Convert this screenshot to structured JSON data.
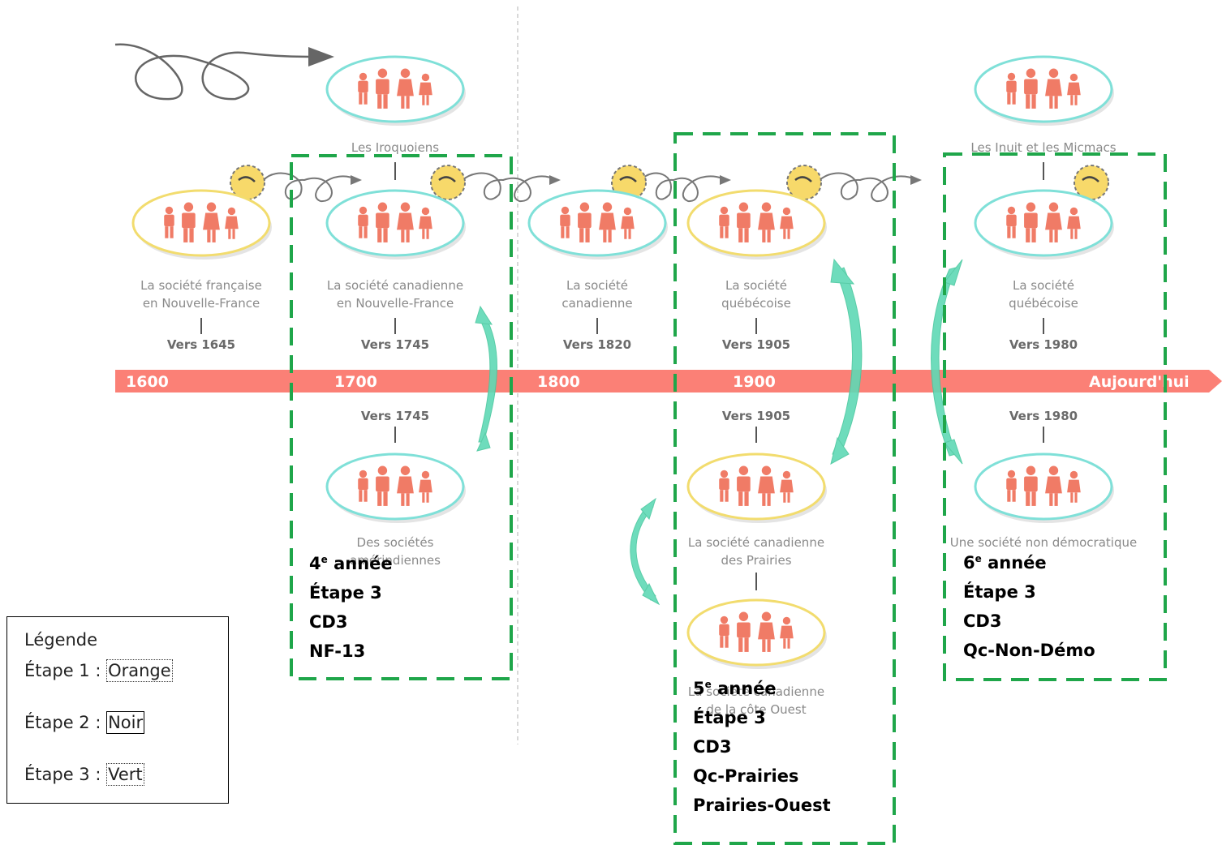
{
  "timeline": {
    "years": [
      "1600",
      "1700",
      "1800",
      "1900",
      "Aujourd'hui"
    ]
  },
  "societies": [
    {
      "label_lines": [
        "Les Iroquoiens"
      ],
      "date": "",
      "ring": "teal"
    },
    {
      "label_lines": [
        "La société française",
        "en Nouvelle-France"
      ],
      "date": "Vers 1645",
      "ring": "yellow"
    },
    {
      "label_lines": [
        "La société canadienne",
        "en Nouvelle-France"
      ],
      "date": "Vers 1745",
      "ring": "teal"
    },
    {
      "label_lines": [
        "La société",
        "canadienne"
      ],
      "date": "Vers 1820",
      "ring": "teal"
    },
    {
      "label_lines": [
        "La société",
        "québécoise"
      ],
      "date": "Vers 1905",
      "ring": "yellow"
    },
    {
      "label_lines": [
        "Les Inuit et les Micmacs"
      ],
      "date": "",
      "ring": "teal"
    },
    {
      "label_lines": [
        "La société",
        "québécoise"
      ],
      "date": "Vers 1980",
      "ring": "teal"
    },
    {
      "label_lines": [
        "Des sociétés",
        "amérindiennes"
      ],
      "date": "Vers 1745",
      "ring": "teal"
    },
    {
      "label_lines": [
        "La société canadienne",
        "des Prairies"
      ],
      "date": "Vers 1905",
      "ring": "yellow"
    },
    {
      "label_lines": [
        "La société canadienne",
        "de la côte Ouest"
      ],
      "date": "",
      "ring": "yellow"
    },
    {
      "label_lines": [
        "Une société non démocratique"
      ],
      "date": "Vers 1980",
      "ring": "teal"
    }
  ],
  "boxes": [
    {
      "grade": "4",
      "grade_sup": "e",
      "grade_word": "année",
      "lines": [
        "Étape 3",
        "CD3",
        "NF-13"
      ]
    },
    {
      "grade": "5",
      "grade_sup": "e",
      "grade_word": "année",
      "lines": [
        "Étape 3",
        "CD3",
        "Qc-Prairies",
        "Prairies-Ouest"
      ]
    },
    {
      "grade": "6",
      "grade_sup": "e",
      "grade_word": "année",
      "lines": [
        "Étape 3",
        "CD3",
        "Qc-Non-Démo"
      ]
    }
  ],
  "legend": {
    "title": "Légende",
    "rows": [
      {
        "prefix": "Étape 1 : ",
        "value": "Orange"
      },
      {
        "prefix": "Étape 2 : ",
        "value": "Noir"
      },
      {
        "prefix": "Étape 3 : ",
        "value": "Vert"
      }
    ]
  },
  "colors": {
    "timeline": "#fb8076",
    "people": "#f07b66",
    "teal_ring": "#7fe0d8",
    "yellow_ring": "#f2dc6e",
    "green_dash": "#1fa64a",
    "arrow_teal": "#5fd9b5",
    "sun": "#f7d96a"
  }
}
